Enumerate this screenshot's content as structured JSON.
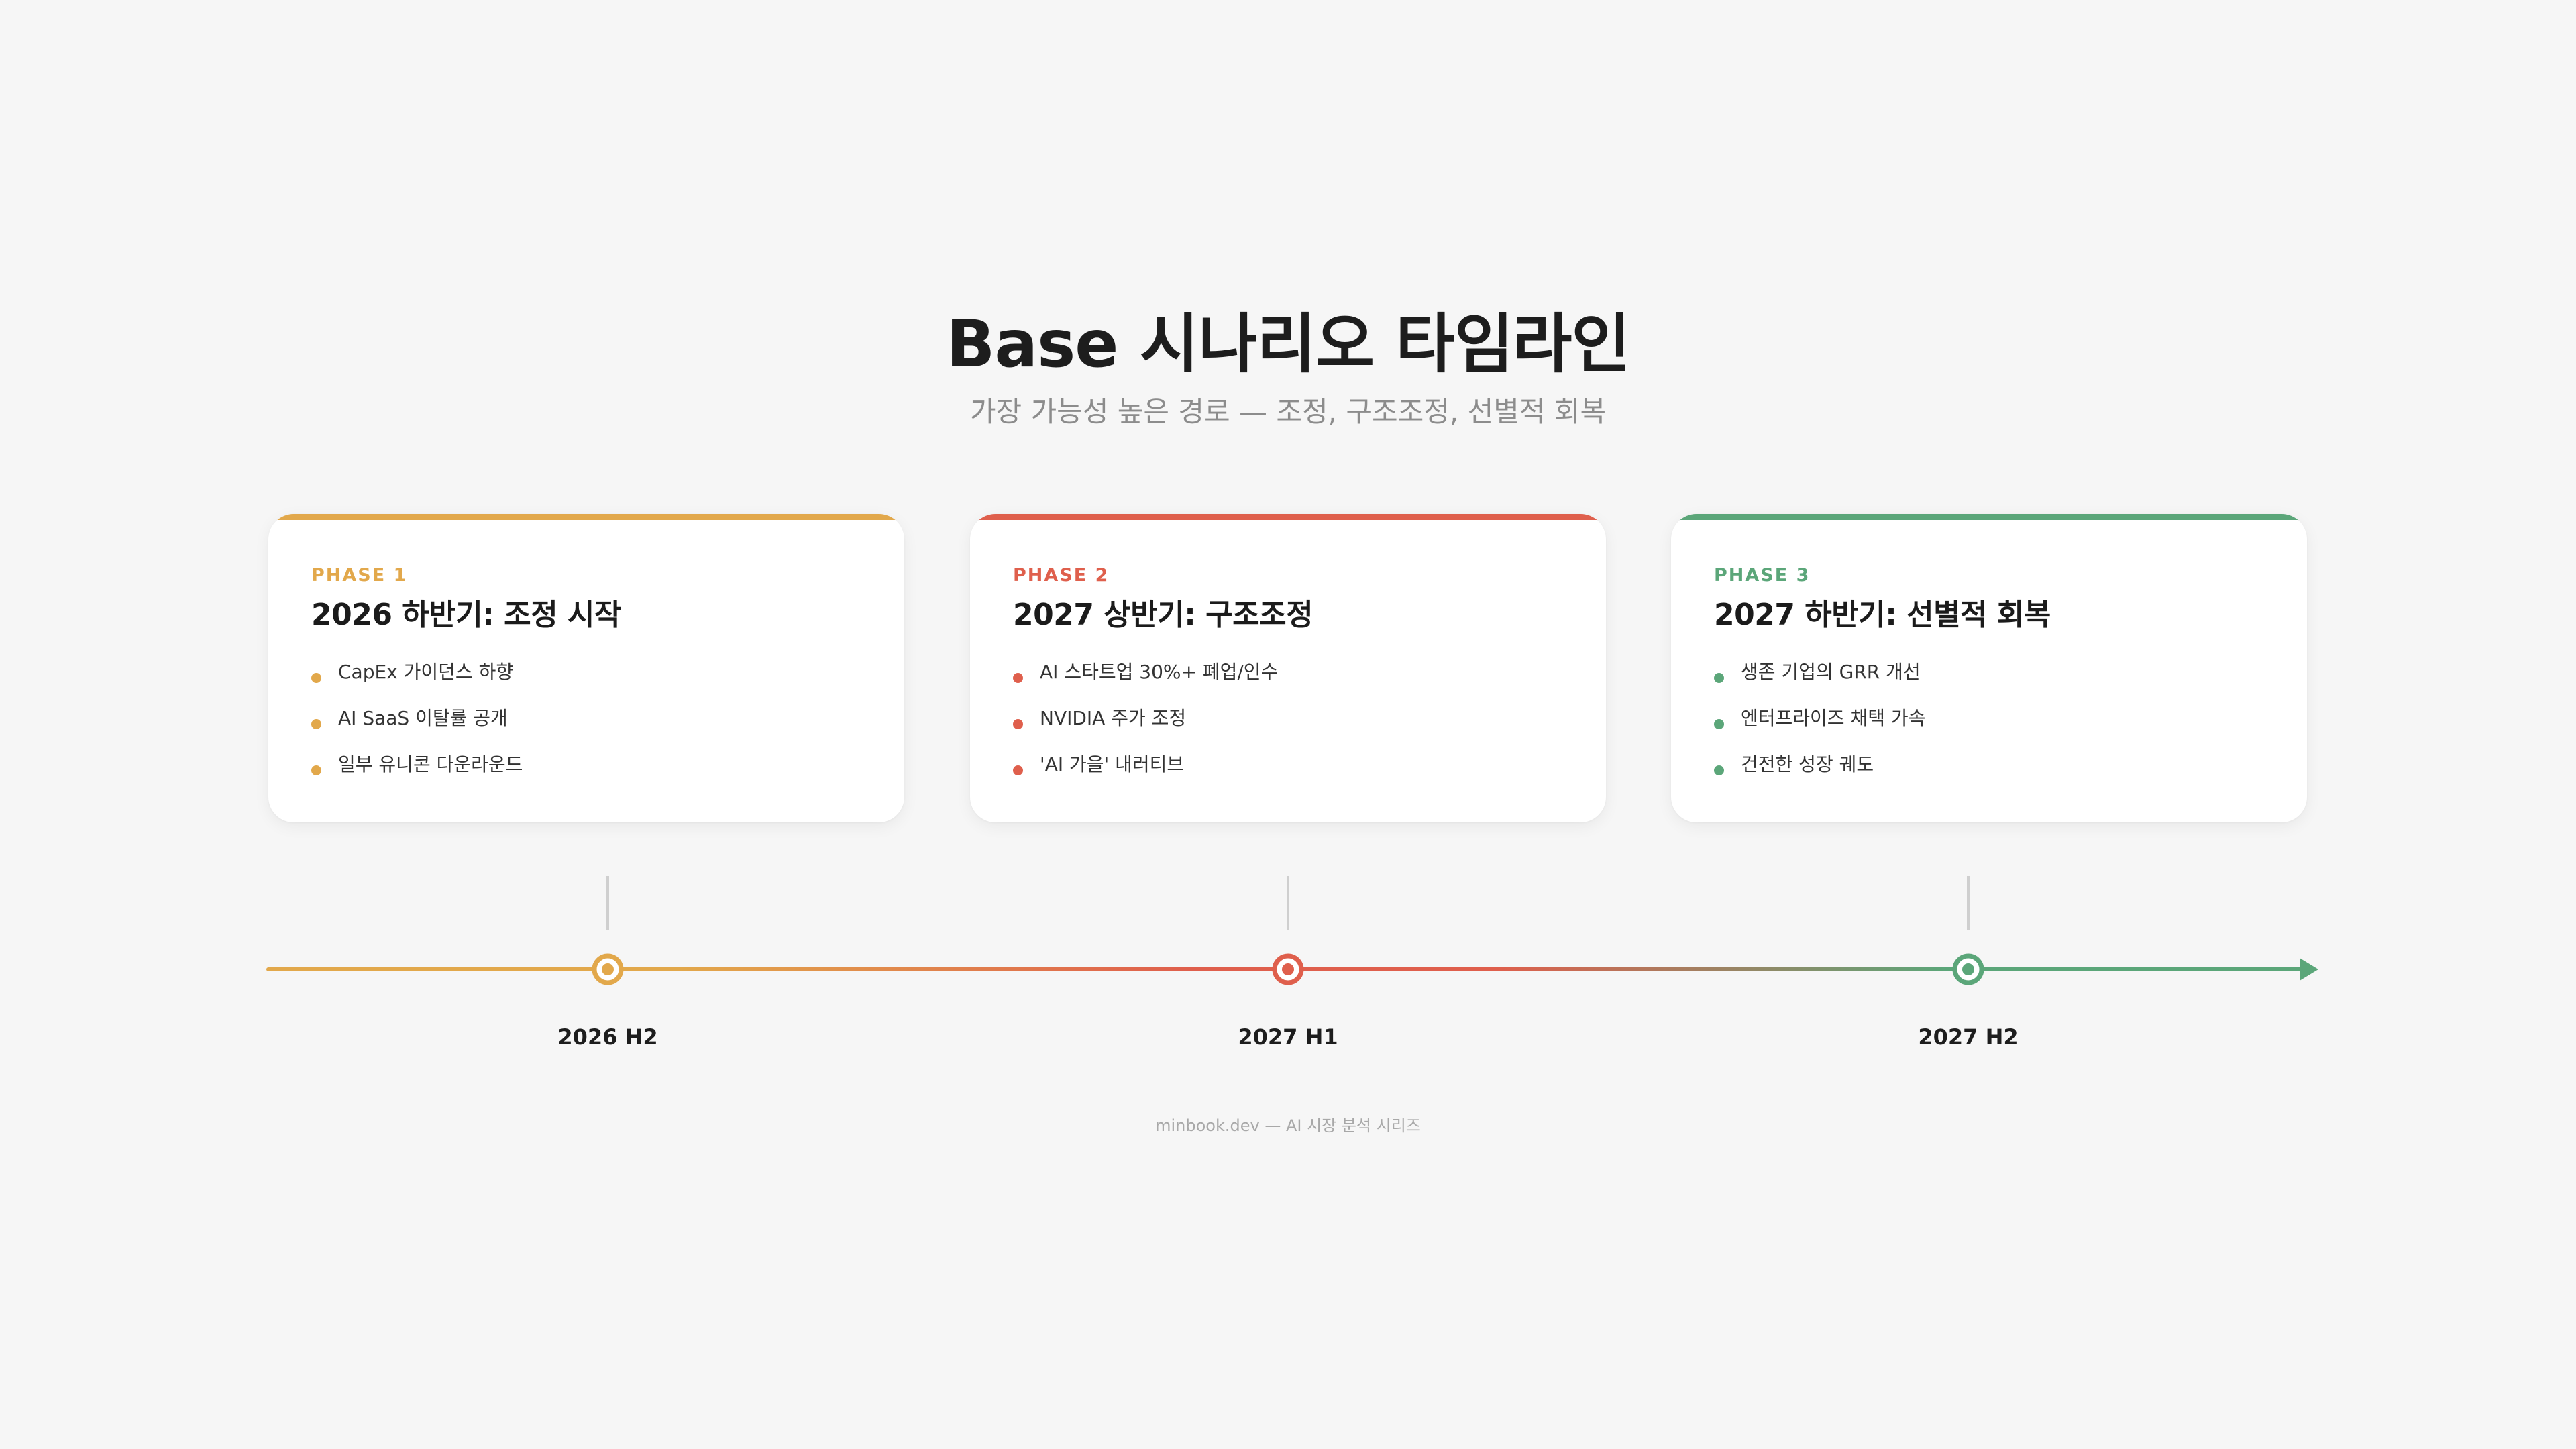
{
  "header": {
    "title": "Base 시나리오 타임라인",
    "subtitle": "가장 가능성 높은 경로 — 조정, 구조조정, 선별적 회복"
  },
  "colors": {
    "phase1": "#e2a84b",
    "phase2": "#df5f4c",
    "phase3": "#5ba679",
    "tick": "#cfcfcf",
    "background": "#f6f6f6"
  },
  "phases": [
    {
      "label": "PHASE 1",
      "title": "2026 하반기: 조정 시작",
      "items": [
        "CapEx 가이던스 하향",
        "AI SaaS 이탈률 공개",
        "일부 유니콘 다운라운드"
      ]
    },
    {
      "label": "PHASE 2",
      "title": "2027 상반기: 구조조정",
      "items": [
        "AI 스타트업 30%+ 폐업/인수",
        "NVIDIA 주가 조정",
        "'AI 가을' 내러티브"
      ]
    },
    {
      "label": "PHASE 3",
      "title": "2027 하반기: 선별적 회복",
      "items": [
        "생존 기업의 GRR 개선",
        "엔터프라이즈 채택 가속",
        "건전한 성장 궤도"
      ]
    }
  ],
  "timeline": {
    "milestones": [
      "2026 H2",
      "2027 H1",
      "2027 H2"
    ]
  },
  "footer": {
    "text": "minbook.dev — AI 시장 분석 시리즈"
  }
}
